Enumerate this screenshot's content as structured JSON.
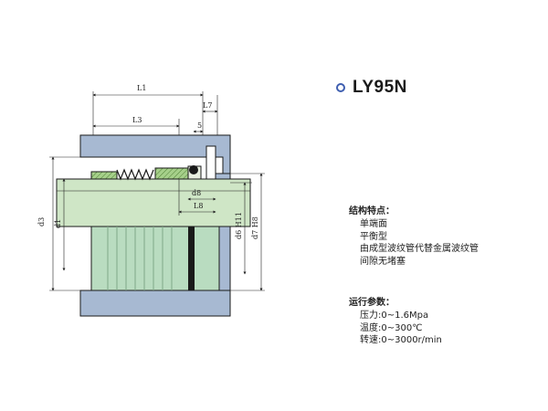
{
  "model": {
    "name": "LY95N"
  },
  "dimensions": {
    "L1": "L1",
    "L7": "L7",
    "L3": "L3",
    "s5": "5",
    "d8": "d8",
    "L8": "L8",
    "d3": "d3",
    "d1": "d1",
    "d6": "d6 H11",
    "d7": "d7 H8"
  },
  "features": {
    "heading": "结构特点：",
    "items": [
      "单端面",
      "平衡型",
      "由成型波纹管代替金属波纹管",
      "间隙无堵塞"
    ]
  },
  "parameters": {
    "heading": "运行参数：",
    "items": [
      "压力:0~1.6Mpa",
      "温度:0~300℃",
      "转速:0~3000r/min"
    ]
  },
  "colors": {
    "housing": "#a7b9d2",
    "shaft": "#cfe6c6",
    "bellows": "#b9dcc0",
    "line": "#1a1a1a",
    "bullet": "#3f5fb0"
  }
}
